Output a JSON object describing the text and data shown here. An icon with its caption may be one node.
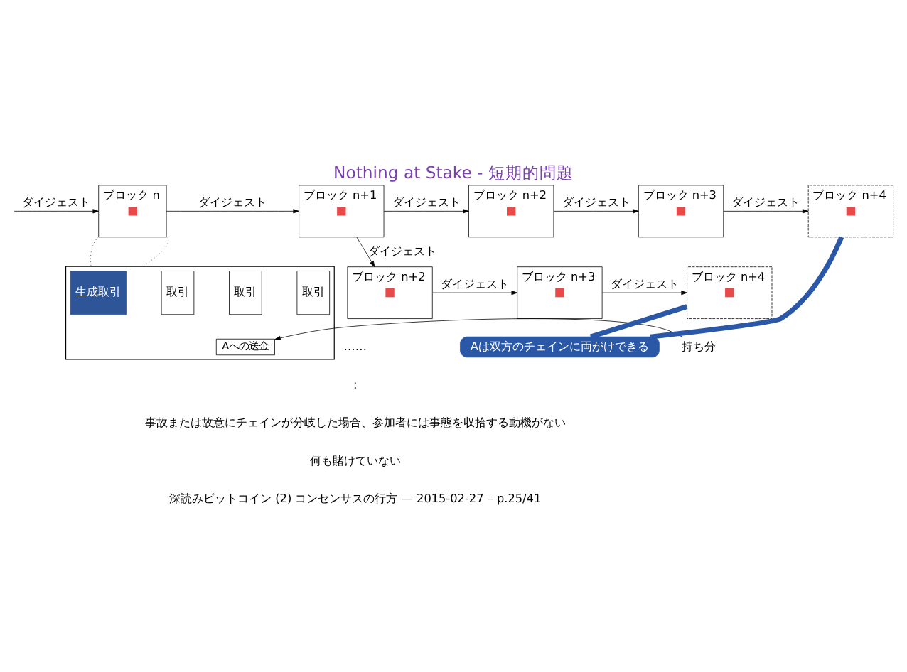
{
  "diagram": {
    "title": "Nothing at Stake - 短期的問題",
    "nodes": [
      {
        "text": [
          "ブロック n"
        ]
      },
      {
        "text": [
          "ブロック n+1"
        ]
      },
      {
        "text": [
          "ブロック n+2"
        ]
      },
      {
        "text": [
          "ブロック n+3"
        ]
      },
      {
        "text": [
          "ブロック n+4"
        ]
      },
      {
        "text": [
          "ブロック n+2"
        ]
      },
      {
        "text": [
          "ブロック n+3"
        ]
      },
      {
        "text": [
          "ブロック n+4"
        ]
      },
      {
        "text": [],
        "shape": "box"
      },
      {
        "text": [
          "生成取引"
        ],
        "in": 8
      },
      {
        "text": [
          "取引"
        ],
        "in": 8
      },
      {
        "text": [
          "取引"
        ],
        "in": 8
      },
      {
        "text": [
          "取引"
        ],
        "in": 8
      },
      {
        "text": [
          "Aへの送金"
        ],
        "in": 8
      },
      {
        "text": [
          "持ち分"
        ]
      },
      {
        "text": [
          "Aは双方のチェインに両がけできる"
        ]
      }
    ],
    "edges": [
      {
        "from": null,
        "to": 0,
        "arrow": "to",
        "label": "ダイジェスト"
      },
      {
        "from": 0,
        "to": 1,
        "arrow": "to",
        "label": "ダイジェスト"
      },
      {
        "from": 1,
        "to": 2,
        "arrow": "to",
        "label": "ダイジェスト"
      },
      {
        "from": 2,
        "to": 3,
        "arrow": "to",
        "label": "ダイジェスト"
      },
      {
        "from": 3,
        "to": 4,
        "arrow": "to",
        "label": "ダイジェスト"
      },
      {
        "from": 1,
        "to": 5,
        "arrow": "to",
        "label": "ダイジェスト"
      },
      {
        "from": 5,
        "to": 6,
        "arrow": "to",
        "label": "ダイジェスト"
      },
      {
        "from": 6,
        "to": 7,
        "arrow": "to",
        "label": "ダイジェスト"
      },
      {
        "from": 0,
        "to": 8,
        "arrow": "none",
        "style": "dashed"
      },
      {
        "from": 0,
        "to": 8,
        "arrow": "none",
        "style": "dashed"
      },
      {
        "from": 14,
        "to": 13,
        "arrow": "to"
      },
      {
        "from": 15,
        "to": 4,
        "arrow": "none",
        "style": "thick",
        "color": "#2b57a7"
      },
      {
        "from": 15,
        "to": 7,
        "arrow": "none",
        "style": "thick",
        "color": "#2b57a7"
      }
    ],
    "labels": [
      "……",
      ":",
      "事故または故意にチェインが分岐した場合、参加者には事態を収拾する動機がない",
      "何も賭けていない",
      "深読みビットコイン (2) コンセンサスの行方 — 2015-02-27 – p.25/41"
    ]
  }
}
